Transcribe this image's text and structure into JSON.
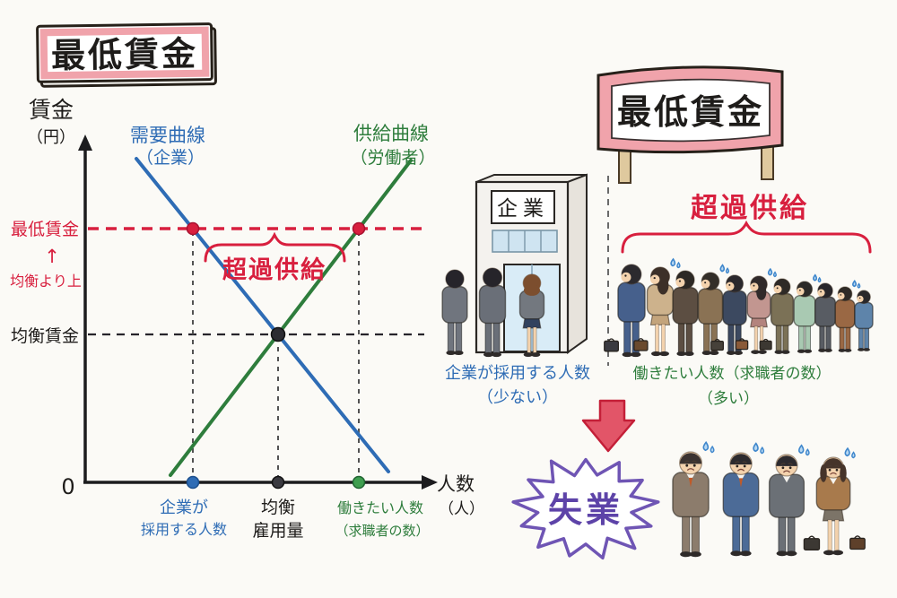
{
  "colors": {
    "red": "#d81f3e",
    "blue": "#2e6cb5",
    "green": "#2e7d3c",
    "purple": "#6f55b4",
    "purple_text": "#5d43a8",
    "pink_frame": "#f0a3ab",
    "ink": "#1e1c1a",
    "paper": "#fbfaf6"
  },
  "icons": {
    "sweat_drop": "teardrop",
    "down_arrow": "block-arrow-down",
    "starburst": "spiky-burst",
    "brace": "horizontal-curly-brace"
  },
  "left_panel": {
    "title": "最低賃金",
    "axis": {
      "y1": "賃金",
      "y2": "（円）",
      "x1": "人数",
      "x2": "（人）",
      "origin": "0"
    },
    "demand": {
      "line1": "需要曲線",
      "line2": "（企業）"
    },
    "supply": {
      "line1": "供給曲線",
      "line2": "（労働者）"
    },
    "min_wage": {
      "label": "最低賃金",
      "arrow": "↑",
      "note": "均衡より上"
    },
    "equilibrium_wage": "均衡賃金",
    "excess_supply": "超過供給",
    "ticks": {
      "demand_qty1": "企業が",
      "demand_qty2": "採用する人数",
      "eq_qty1": "均衡",
      "eq_qty2": "雇用量",
      "supply_qty1": "働きたい人数",
      "supply_qty2": "（求職者の数）"
    }
  },
  "right_panel": {
    "sign": "最低賃金",
    "building": "企業",
    "excess_supply": "超過供給",
    "hired": {
      "line1": "企業が採用する人数",
      "line2": "（少ない）"
    },
    "seekers": {
      "line1": "働きたい人数（求職者の数）",
      "line2": "（多い）"
    },
    "result": "失業"
  },
  "chart_data": {
    "type": "line",
    "title": "最低賃金 (minimum wage above equilibrium causes excess labor supply)",
    "xlabel": "人数（人）",
    "ylabel": "賃金（円）",
    "grid": false,
    "series": [
      {
        "name": "需要曲線（企業）",
        "color": "#2e6cb5",
        "points_norm": [
          [
            0.15,
            0.95
          ],
          [
            0.9,
            0.03
          ]
        ]
      },
      {
        "name": "供給曲線（労働者）",
        "color": "#2e7d3c",
        "points_norm": [
          [
            0.25,
            0.02
          ],
          [
            0.97,
            0.95
          ]
        ]
      }
    ],
    "annotations": {
      "min_wage_dashed_line": "最低賃金（均衡より上）",
      "equilibrium_dashed_line": "均衡賃金",
      "excess_supply_brace": "超過供給",
      "x_marked_points": [
        "企業が採用する人数",
        "均衡雇用量",
        "働きたい人数（求職者の数）"
      ]
    }
  },
  "figures": {
    "building_people": [
      {
        "x": 507,
        "feet": 395,
        "h": 96,
        "suit": "#70757e",
        "hair": "#26242a",
        "view": "back"
      },
      {
        "x": 549,
        "feet": 397,
        "h": 100,
        "suit": "#6a6f78",
        "hair": "#26242a",
        "view": "back"
      },
      {
        "x": 593,
        "feet": 397,
        "h": 93,
        "suit": "#73787f",
        "hair": "#7c4e2e",
        "view": "back",
        "gender": "f",
        "skirt": "#31415e"
      }
    ],
    "queue_people": [
      {
        "x": 704,
        "feet": 397,
        "h": 104,
        "suit": "#46608c",
        "hair": "#2c2a2e",
        "view": "left",
        "bag": "#3a3a40"
      },
      {
        "x": 736,
        "feet": 396,
        "h": 100,
        "suit": "#cdb28c",
        "hair": "#3c3028",
        "view": "left",
        "gender": "f",
        "skirt": "#c3a47c",
        "bag": "#6a4a2e",
        "sweat": true
      },
      {
        "x": 764,
        "feet": 396,
        "h": 96,
        "suit": "#5c4e42",
        "hair": "#2c2824",
        "view": "left"
      },
      {
        "x": 792,
        "feet": 395,
        "h": 93,
        "suit": "#8a7254",
        "hair": "#332e28",
        "view": "left",
        "sweat": true
      },
      {
        "x": 819,
        "feet": 395,
        "h": 90,
        "suit": "#3c4960",
        "hair": "#2a282c",
        "view": "left",
        "bag": "#46413a"
      },
      {
        "x": 846,
        "feet": 394,
        "h": 88,
        "suit": "#c29690",
        "hair": "#302a2a",
        "view": "left",
        "gender": "f",
        "skirt": "#b3847e",
        "bag": "#8a5a38",
        "sweat": true
      },
      {
        "x": 872,
        "feet": 394,
        "h": 85,
        "suit": "#7b7156",
        "hair": "#2e2a26",
        "view": "left",
        "bag": "#3c3832"
      },
      {
        "x": 897,
        "feet": 393,
        "h": 81,
        "suit": "#a9c9b2",
        "hair": "#2c2a28",
        "view": "left",
        "sweat": true
      },
      {
        "x": 920,
        "feet": 392,
        "h": 78,
        "suit": "#585c63",
        "hair": "#28262a",
        "view": "left"
      },
      {
        "x": 942,
        "feet": 392,
        "h": 74,
        "suit": "#9a6844",
        "hair": "#2e2a26",
        "view": "left",
        "sweat": true
      },
      {
        "x": 963,
        "feet": 391,
        "h": 69,
        "suit": "#5e84aa",
        "hair": "#2a282a",
        "view": "left"
      }
    ],
    "unemployed_people": [
      {
        "x": 770,
        "feet": 620,
        "h": 118,
        "suit": "#8c7c6c",
        "hair": "#3a3230",
        "view": "front",
        "tie": "#c05a28",
        "sweat": true
      },
      {
        "x": 826,
        "feet": 619,
        "h": 116,
        "suit": "#4c6b97",
        "hair": "#2c2a2e",
        "view": "front",
        "tie": "#c05a28",
        "sweat": true
      },
      {
        "x": 877,
        "feet": 619,
        "h": 114,
        "suit": "#6b7076",
        "hair": "#2c2a2e",
        "view": "front",
        "bag": "#3c3833",
        "sweat": true
      },
      {
        "x": 929,
        "feet": 618,
        "h": 110,
        "suit": "#a87a4c",
        "hair": "#46342a",
        "view": "front",
        "gender": "f",
        "skirt": "#7c7468",
        "bag": "#5e402a",
        "sweat": true
      }
    ]
  }
}
